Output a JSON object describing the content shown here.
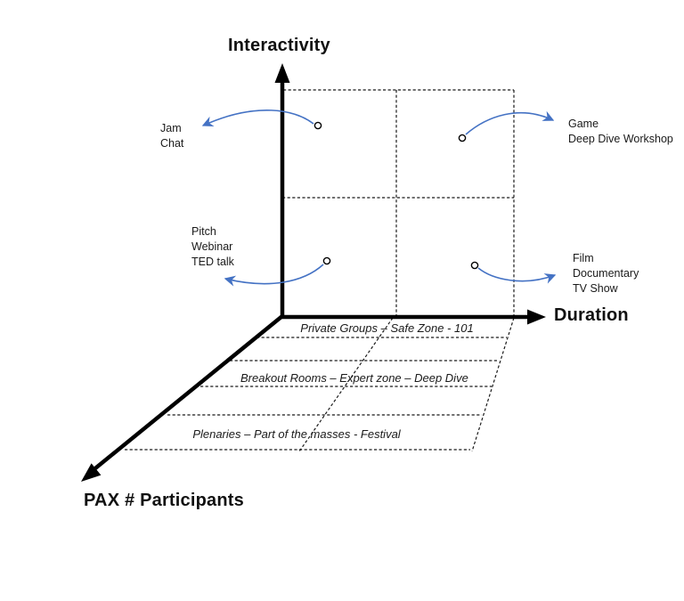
{
  "diagram": {
    "axes": {
      "interactivity": {
        "label": "Interactivity"
      },
      "duration": {
        "label": "Duration"
      },
      "pax": {
        "label": "PAX # Participants"
      }
    },
    "points": [
      {
        "name": "jam-chat",
        "lines": [
          "Jam",
          "Chat"
        ]
      },
      {
        "name": "game-deep-dive-workshop",
        "lines": [
          "Game",
          "Deep Dive Workshop"
        ]
      },
      {
        "name": "pitch-webinar-ted-talk",
        "lines": [
          "Pitch",
          "Webinar",
          "TED talk"
        ]
      },
      {
        "name": "film-documentary-tv-show",
        "lines": [
          "Film",
          "Documentary",
          "TV Show"
        ]
      }
    ],
    "floor_bands": [
      {
        "label": "Private Groups – Safe Zone - 101"
      },
      {
        "label": "Breakout Rooms – Expert zone – Deep Dive"
      },
      {
        "label": "Plenaries – Part of the masses - Festival"
      }
    ],
    "colors": {
      "callout_arrow": "#4472C4",
      "axis": "#000000",
      "grid": "#1A1A1A",
      "background": "#FFFFFF"
    }
  }
}
